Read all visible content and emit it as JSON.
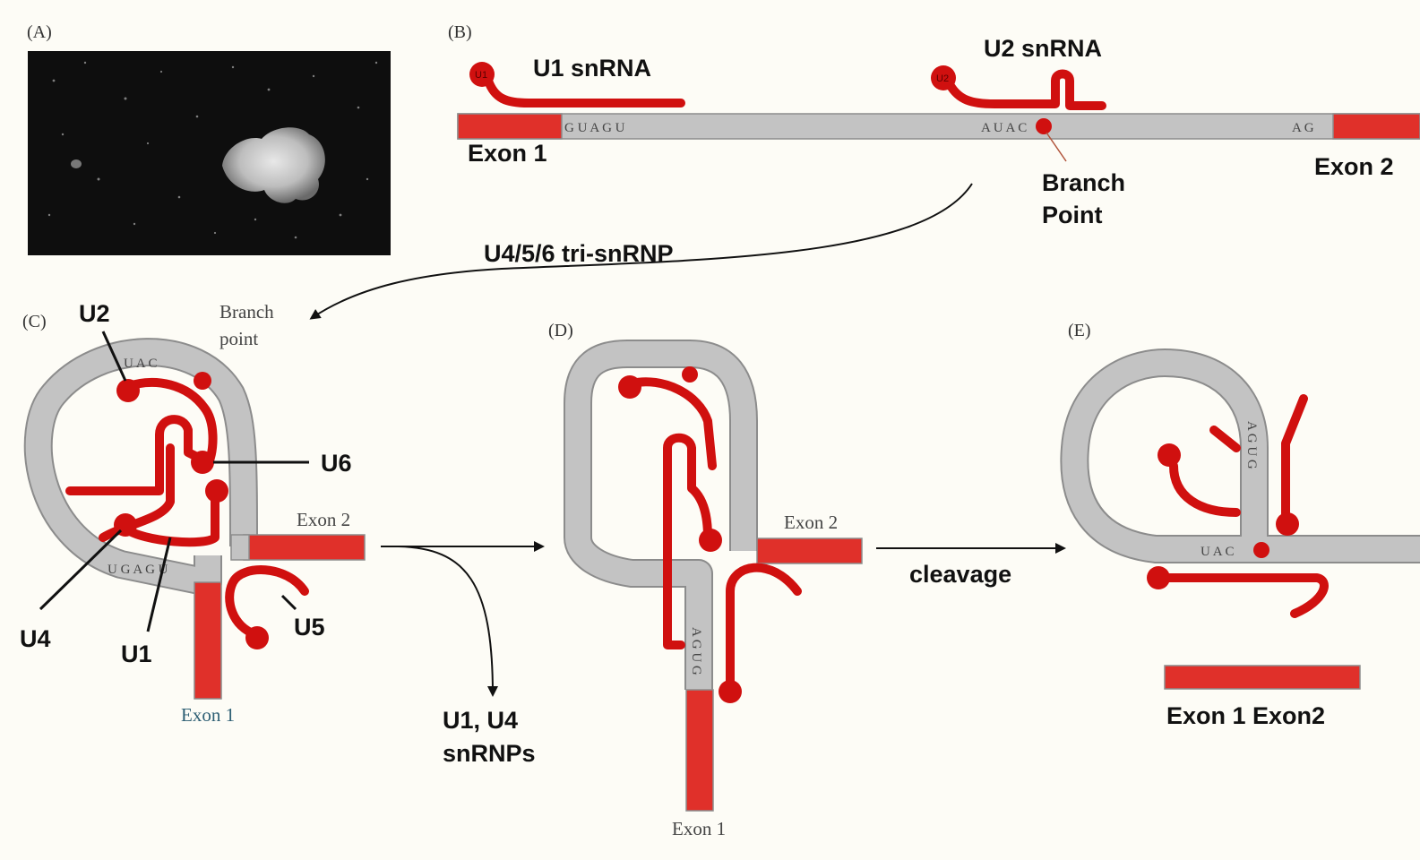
{
  "colors": {
    "snrna_red": "#d0100f",
    "exon_red": "#e0302a",
    "intron_gray": "#c3c3c3",
    "background": "#fdfcf6"
  },
  "panels": {
    "a": {
      "label": "(A)"
    },
    "b": {
      "label": "(B)",
      "u1_snrna": "U1 snRNA",
      "u2_snrna": "U2 snRNA",
      "u1_circle": "U1",
      "u2_circle": "U2",
      "exon1": "Exon 1",
      "exon2": "Exon 2",
      "branch_point": "Branch",
      "branch_point_2": "Point",
      "seq_5ss": "G U A G U",
      "seq_branch": "A U A C",
      "seq_3ss": "A G"
    },
    "arrow_label": "U4/5/6 tri-snRNP",
    "c": {
      "label": "(C)",
      "u2": "U2",
      "u6": "U6",
      "u4": "U4",
      "u1": "U1",
      "u5": "U5",
      "branch_point": "Branch",
      "branch_point_2": "point",
      "exon2": "Exon 2",
      "exon1": "Exon 1",
      "seq_top": "U A C",
      "seq_bottom": "U G A G U"
    },
    "d": {
      "label": "(D)",
      "exon2": "Exon 2",
      "exon1": "Exon 1",
      "released": "U1, U4",
      "released_2": "snRNPs",
      "seq_stem": "A G U G"
    },
    "e": {
      "label": "(E)",
      "cleavage": "cleavage",
      "joined": "Exon 1 Exon2",
      "seq_loop": "A G U G",
      "seq_bar": "U A C"
    }
  }
}
